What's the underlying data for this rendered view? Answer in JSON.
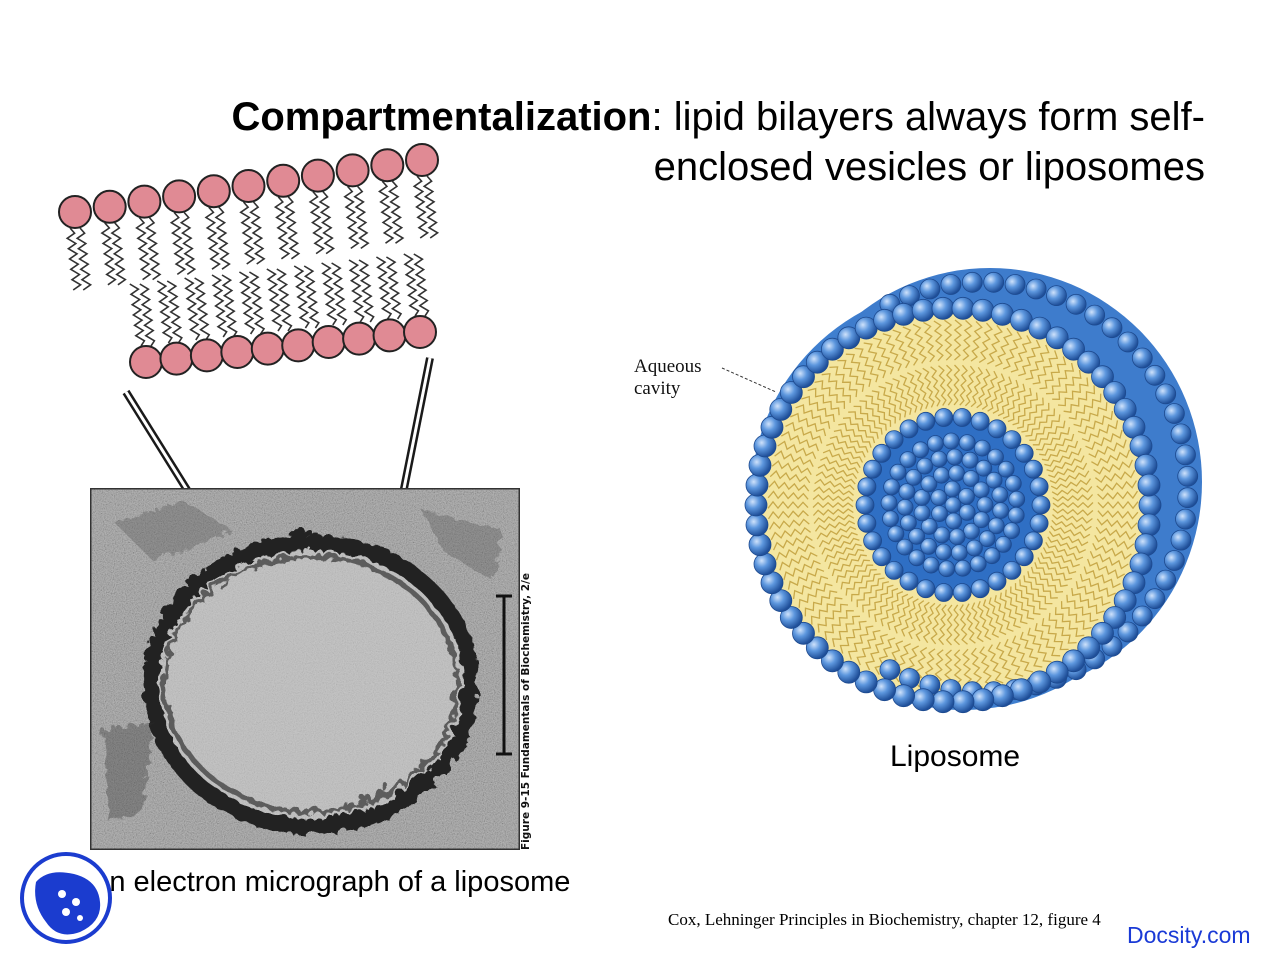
{
  "slide": {
    "title_bold": "Compartmentalization",
    "title_rest_line1": ": lipid bilayers always  form self-",
    "title_line2": "enclosed vesicles or liposomes"
  },
  "figures": {
    "aqueous_label_line1": "Aqueous",
    "aqueous_label_line2": "cavity",
    "liposome_label": "Liposome",
    "micrograph_caption": "An electron micrograph of a liposome",
    "micrograph_credit": "Figure 9-15 Fundamentals of Biochemistry, 2/e"
  },
  "footer": {
    "citation": "Cox, Lehninger Principles in Biochemistry, chapter 12, figure 4",
    "watermark": "Docsity.com"
  },
  "colors": {
    "lipid_head": "#e08a94",
    "sphere_blue": "#4a86d4",
    "tail_yellow": "#f4e6a0"
  }
}
